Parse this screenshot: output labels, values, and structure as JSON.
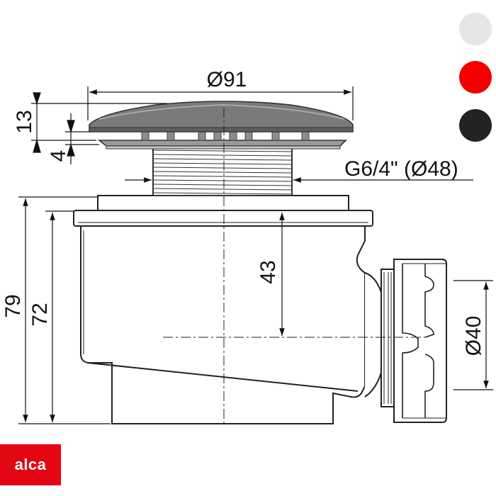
{
  "dimensions": {
    "cap_diameter": "Ø91",
    "cap_height": "13",
    "grate_thickness": "4",
    "thread": "G6/4\" (Ø48)",
    "total_height": "79",
    "body_height": "72",
    "outlet_depth": "43",
    "outlet_diameter": "Ø40"
  },
  "brand": {
    "logo_text": "alca",
    "color": "#e30613"
  },
  "color_options": [
    {
      "name": "white",
      "hex": "#e6e6e6"
    },
    {
      "name": "red",
      "hex": "#f20000"
    },
    {
      "name": "black",
      "hex": "#232323"
    }
  ]
}
